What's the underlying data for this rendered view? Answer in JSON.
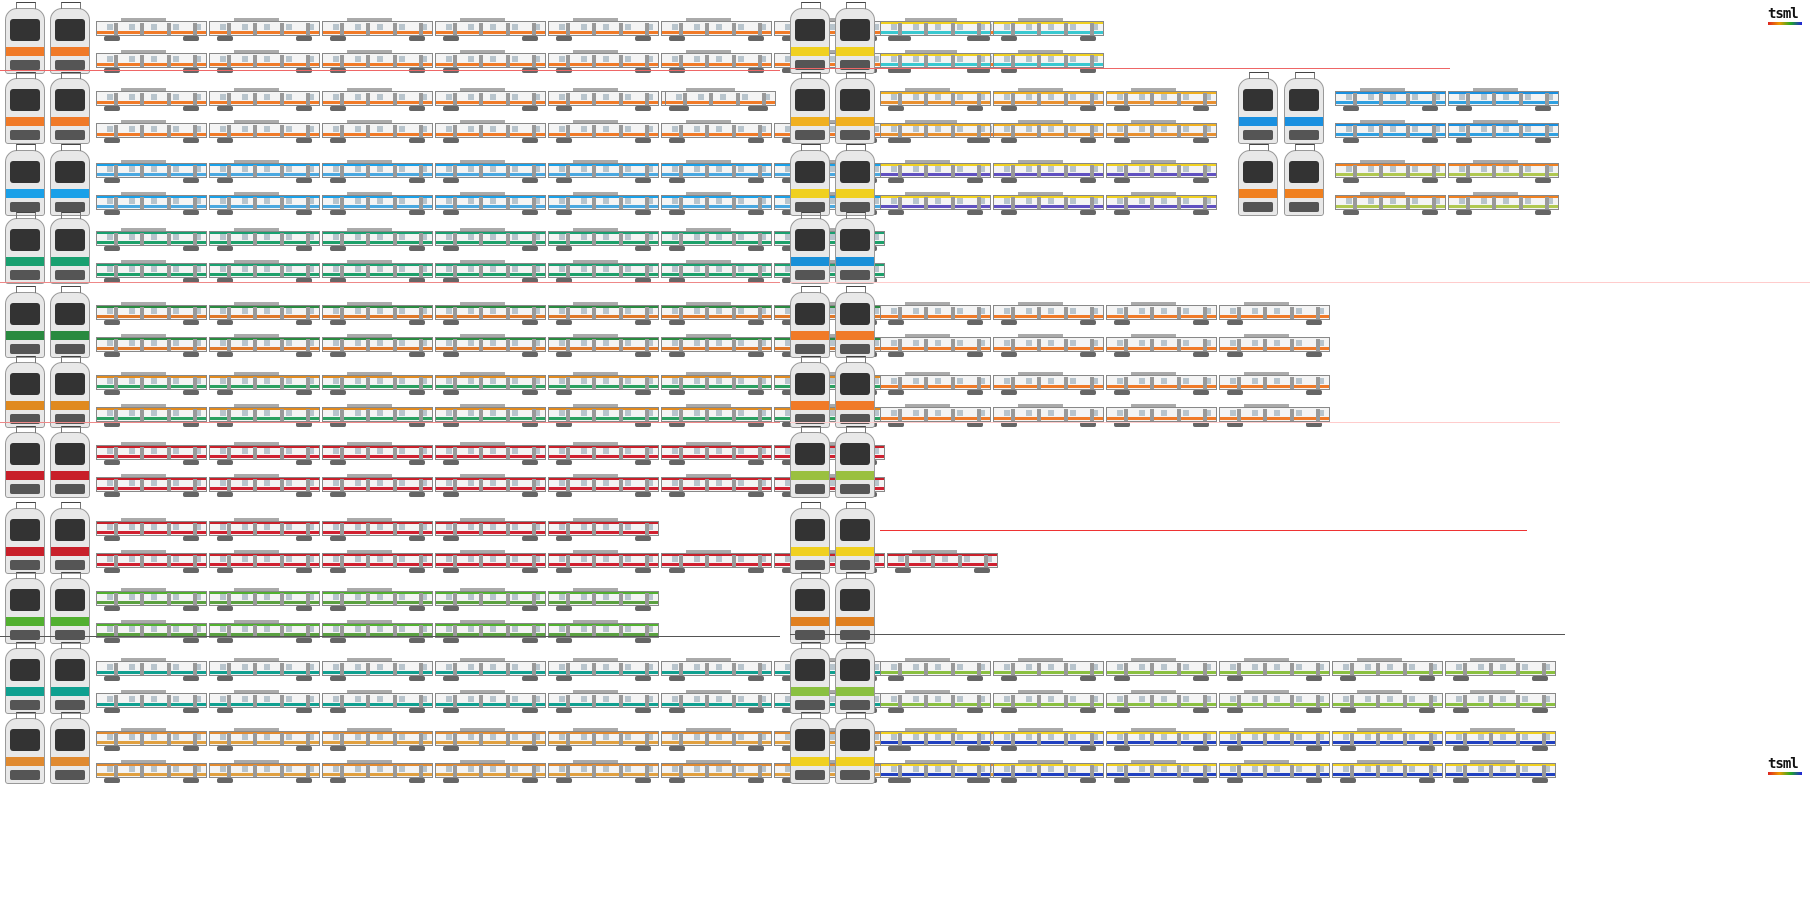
{
  "logo": "tsml",
  "left_groups": [
    {
      "name": "orange-a",
      "color": "#f07a28",
      "accent": "#f07a28",
      "rows": [
        8,
        8
      ]
    },
    {
      "name": "orange-b",
      "color": "#f07a28",
      "accent": "#f07a28",
      "rows": [
        6,
        8
      ],
      "extra": 1
    },
    {
      "name": "skyblue",
      "color": "#4aa8e0",
      "accent": "#1aa0e8",
      "rows": [
        7,
        7
      ]
    },
    {
      "name": "green",
      "color": "#1da06a",
      "accent": "#1aa070",
      "rows": [
        7,
        7
      ]
    },
    {
      "name": "shonan",
      "color": "#e07828",
      "accent": "#2a8a40",
      "rows": [
        7,
        7
      ]
    },
    {
      "name": "green-b",
      "color": "#2aa060",
      "accent": "#e08a20",
      "rows": [
        7,
        7
      ]
    },
    {
      "name": "red-a",
      "color": "#d02030",
      "accent": "#c8202a",
      "rows": [
        7,
        7
      ]
    },
    {
      "name": "red-b",
      "color": "#d02030",
      "accent": "#c8202a",
      "rows": [
        5,
        8
      ]
    },
    {
      "name": "yellowgreen",
      "color": "#5aa040",
      "accent": "#52b030",
      "rows": [
        5,
        5
      ]
    },
    {
      "name": "teal",
      "color": "#10a090",
      "accent": "#10a090",
      "rows": [
        7,
        7
      ]
    },
    {
      "name": "tan",
      "color": "#e0a040",
      "accent": "#e08a30",
      "rows": [
        8,
        8
      ]
    }
  ],
  "right_groups": [
    {
      "name": "chiba",
      "color": "#3ac8d0",
      "accent": "#f0d020",
      "rows": [
        2,
        2
      ]
    },
    {
      "name": "orange-yellow",
      "color": "#e89030",
      "accent": "#f0b020",
      "rows": [
        3,
        3
      ],
      "second": {
        "color": "#30a0e0",
        "accent": "#1a90e0",
        "rows": [
          2,
          2
        ]
      }
    },
    {
      "name": "purple",
      "color": "#6050c0",
      "accent": "#f0d020",
      "rows": [
        3,
        3
      ],
      "second": {
        "color": "#b0c850",
        "accent": "#f08020",
        "rows": [
          2,
          2
        ]
      }
    },
    {
      "name": "blue",
      "color": "#1a90d8",
      "accent": "#1a90d8",
      "rows": []
    },
    {
      "name": "orange-c",
      "color": "#f07a28",
      "accent": "#f07a28",
      "rows": [
        4,
        4
      ]
    },
    {
      "name": "orange-d",
      "color": "#f07a28",
      "accent": "#f07a28",
      "rows": [
        4,
        4
      ]
    },
    {
      "name": "yamanote-old",
      "color": "#9ac040",
      "accent": "#9ac040",
      "rows": []
    },
    {
      "name": "green-yellow",
      "color": "#2a9a40",
      "accent": "#f0d020",
      "rows": []
    },
    {
      "name": "green-orange",
      "color": "#2a8a40",
      "accent": "#e08020",
      "rows": []
    },
    {
      "name": "e235-yamanote",
      "color": "#8ac040",
      "accent": "#8ac040",
      "rows": [
        6,
        6
      ]
    },
    {
      "name": "e235-yokosuka",
      "color": "#2040c0",
      "accent": "#f0d020",
      "rows": [
        6,
        6
      ]
    }
  ]
}
